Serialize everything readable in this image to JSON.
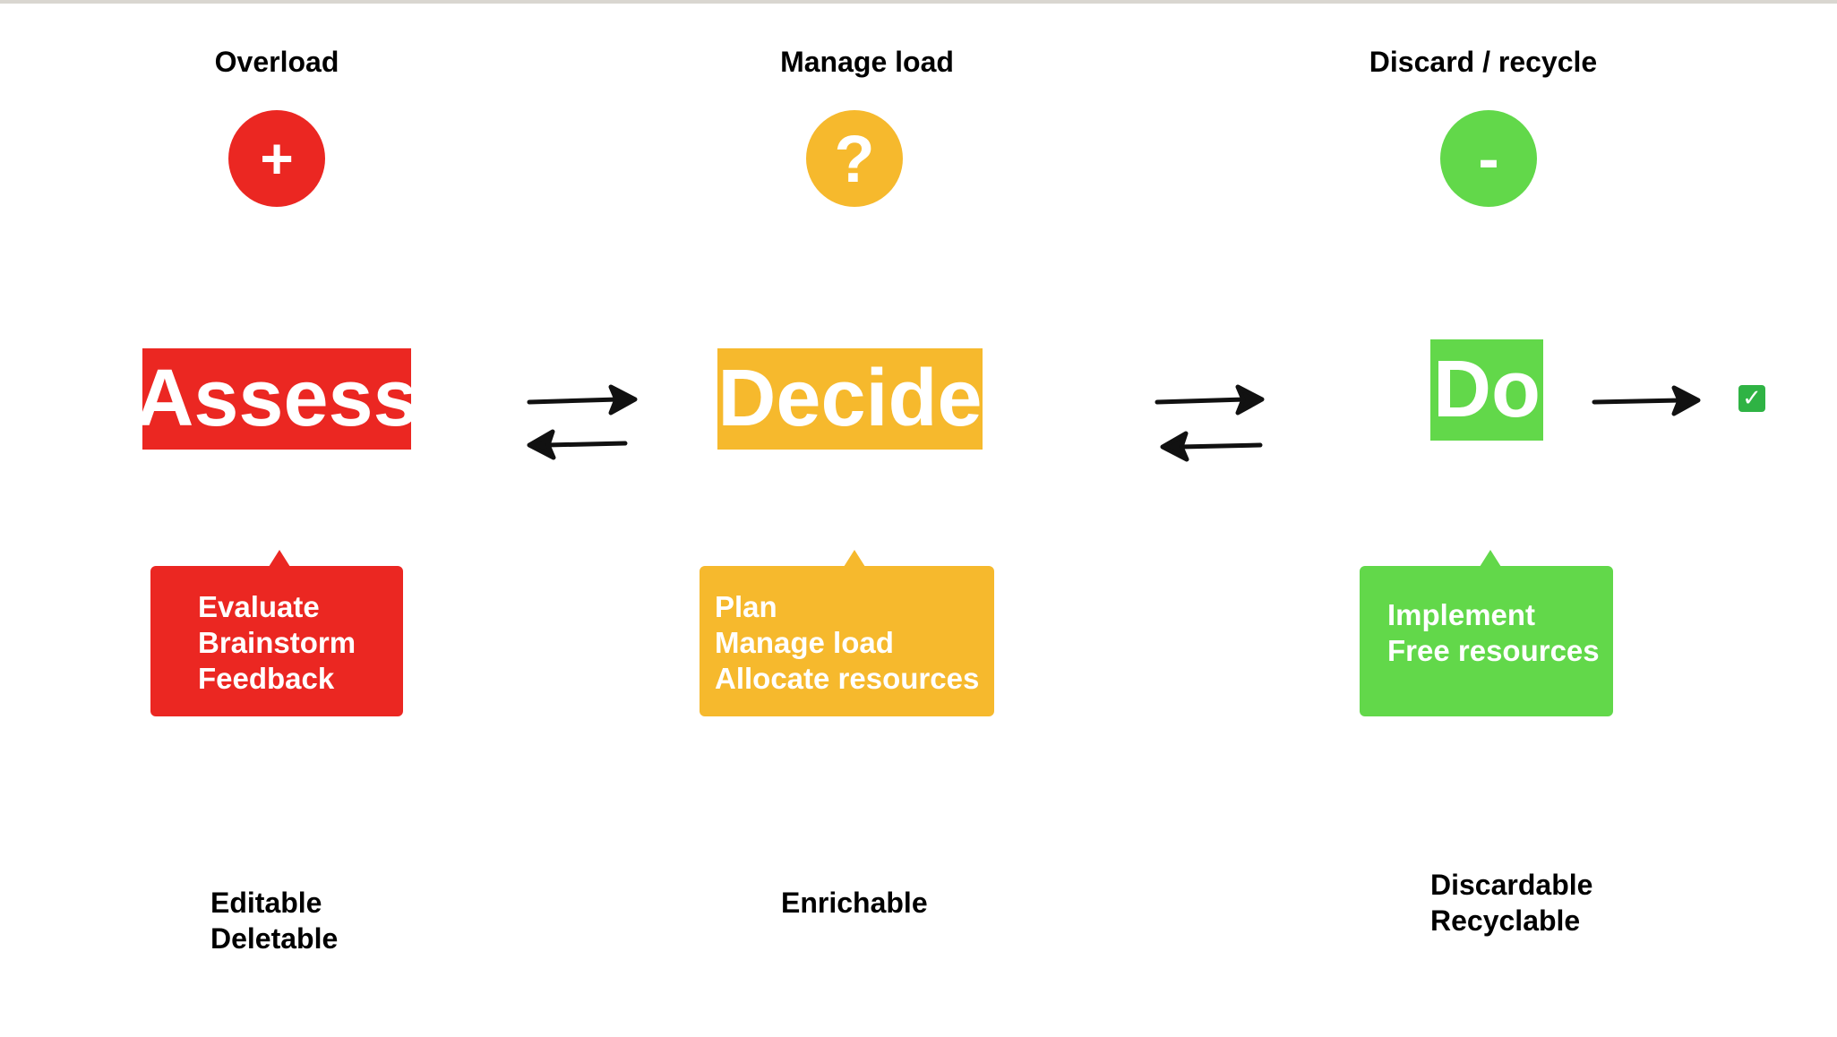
{
  "columns": [
    {
      "title": "Overload",
      "symbol": "+",
      "label": "Assess",
      "details": [
        "Evaluate",
        "Brainstorm",
        "Feedback"
      ],
      "properties": [
        "Editable",
        "Deletable"
      ],
      "color": "#eb2722"
    },
    {
      "title": "Manage load",
      "symbol": "?",
      "label": "Decide",
      "details": [
        "Plan",
        "Manage load",
        "Allocate resources"
      ],
      "properties": [
        "Enrichable"
      ],
      "color": "#f6b92d"
    },
    {
      "title": "Discard / recycle",
      "symbol": "-",
      "label": "Do",
      "details": [
        "Implement",
        "Free resources"
      ],
      "properties": [
        "Discardable",
        "Recyclable"
      ],
      "color": "#62d84a"
    }
  ],
  "end_marker": {
    "icon": "check-mark-icon",
    "symbol": "✓",
    "color": "#2fb344"
  },
  "arrow_color": "#111111"
}
